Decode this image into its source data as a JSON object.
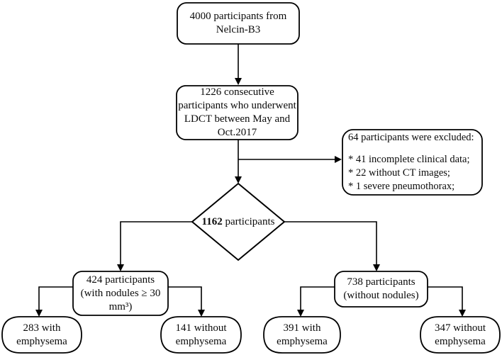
{
  "figure": {
    "type": "participant-flowchart",
    "colors": {
      "background": "#ffffff",
      "stroke": "#000000",
      "text": "#0a0a0a"
    },
    "nodes": {
      "source": {
        "lines": [
          "4000 participants from",
          "Nelcin-B3"
        ]
      },
      "ldct": {
        "lines": [
          "1226 consecutive",
          "participants who underwent",
          "LDCT between May and",
          "Oct.2017"
        ]
      },
      "excluded": {
        "title": "64 participants were excluded:",
        "items": [
          "* 41 incomplete clinical data;",
          "* 22 without CT images;",
          "* 1 severe pneumothorax;"
        ]
      },
      "decision": {
        "count": "1162",
        "suffix": " participants"
      },
      "nodules": {
        "lines": [
          "424 participants",
          "(with nodules ≥ 30",
          "mm³)"
        ]
      },
      "no_nodules": {
        "lines": [
          "738 participants",
          "(without nodules)"
        ]
      },
      "nodules_emphysema": {
        "lines": [
          "283 with",
          "emphysema"
        ]
      },
      "nodules_no_emphysema": {
        "lines": [
          "141 without",
          "emphysema"
        ]
      },
      "no_nodules_emphysema": {
        "lines": [
          "391 with",
          "emphysema"
        ]
      },
      "no_nodules_no_emphysema": {
        "lines": [
          "347 without",
          "emphysema"
        ]
      }
    }
  }
}
